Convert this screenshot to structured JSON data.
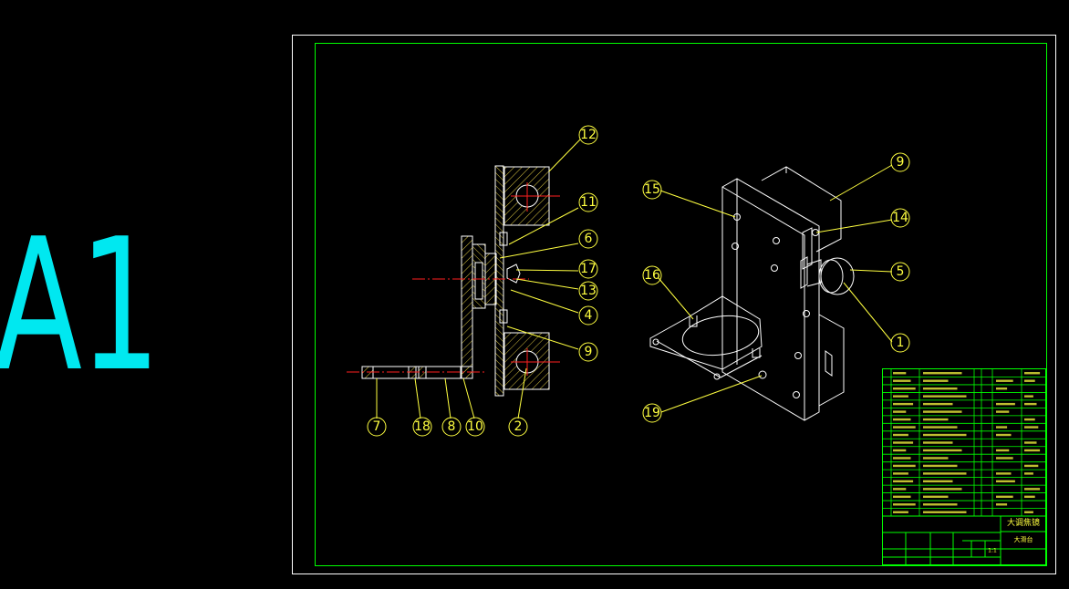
{
  "sheet": {
    "size_label": "A1"
  },
  "colors": {
    "background": "#000000",
    "frame": "#ffffff",
    "border": "#00ff00",
    "outline": "#ffffff",
    "hatch": "#d4c040",
    "leader": "#ffff40",
    "centerline": "#ff2020",
    "sheet_label": "#00e8f0",
    "table_grid": "#00ff00",
    "table_text": "#ffff40"
  },
  "callouts": {
    "section_view": [
      "12",
      "11",
      "6",
      "17",
      "13",
      "4",
      "9",
      "7",
      "18",
      "8",
      "10",
      "2"
    ],
    "iso_view": [
      "15",
      "16",
      "19",
      "9",
      "14",
      "5",
      "1"
    ]
  },
  "title_block": {
    "title": "大调焦镜",
    "subtitle": "大滑台",
    "scale": "1:1"
  }
}
